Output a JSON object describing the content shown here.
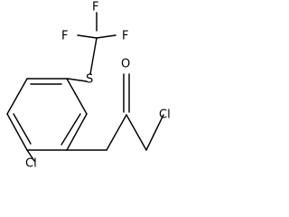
{
  "molecule": {
    "atoms": {
      "f_top": "F",
      "f_left": "F",
      "f_right": "F",
      "s": "S",
      "o": "O",
      "cl_right": "Cl",
      "cl_bottom": "Cl"
    }
  }
}
